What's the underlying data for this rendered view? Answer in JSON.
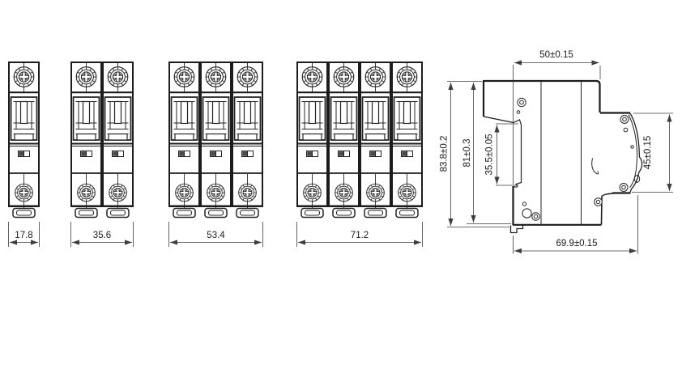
{
  "views": {
    "front_views": [
      {
        "name": "1-pole front view",
        "poles": 1,
        "width_label": "17.8"
      },
      {
        "name": "2-pole front view",
        "poles": 2,
        "width_label": "35.6"
      },
      {
        "name": "3-pole front view",
        "poles": 3,
        "width_label": "53.4"
      },
      {
        "name": "4-pole front view",
        "poles": 4,
        "width_label": "71.2"
      }
    ],
    "side_view": {
      "name": "side profile view",
      "dims": {
        "top_width": "50±0.15",
        "overall_height": "83.8±0.2",
        "body_height": "81±0.3",
        "din_slot_height": "35.5±0.05",
        "front_panel_height": "45±0.15",
        "overall_depth": "69.9±0.15"
      }
    }
  },
  "colors": {
    "background": "#ffffff",
    "line": "#1c1c1c",
    "dimension": "#3d3d3d"
  }
}
